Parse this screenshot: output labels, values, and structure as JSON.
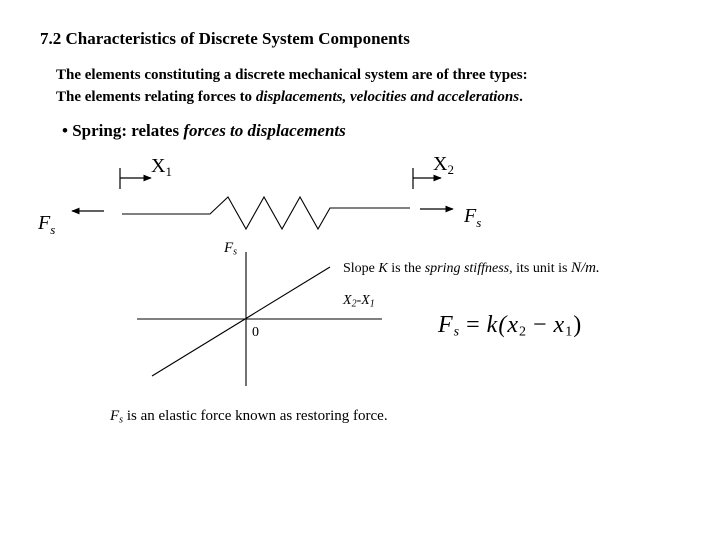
{
  "title": "7.2 Characteristics of Discrete System Components",
  "intro": {
    "line1": "The elements constituting a discrete mechanical system are of three types:",
    "line2_prefix": "The elements relating forces to ",
    "line2_italic": "displacements, velocities and accelerations",
    "line2_suffix": "."
  },
  "bullet": {
    "marker": "•",
    "prefix": "Spring: relates ",
    "italic": "forces to displacements"
  },
  "labels": {
    "x1_main": "X",
    "x1_sub": "1",
    "x2_main": "X",
    "x2_sub": "2",
    "fs_main": "F",
    "fs_sub": "s"
  },
  "graph": {
    "y_axis_main": "F",
    "y_axis_sub": "s",
    "x_axis_a": "X",
    "x_axis_a_sub": "2",
    "x_axis_sep": "-",
    "x_axis_b": "X",
    "x_axis_b_sub": "1",
    "origin": "0"
  },
  "slope_note": {
    "t1": "Slope ",
    "t2": "K",
    "t3": " is the ",
    "t4": "spring stiffness",
    "t5": ", its unit is ",
    "t6": "N/m."
  },
  "equation": {
    "lhs": "F",
    "lhs_sub": "s",
    "eq": "=",
    "k": "k(",
    "x2": "x",
    "x2_sub": "2",
    "minus": "−",
    "x1": "x",
    "x1_sub": "1",
    "close": ")"
  },
  "footer": {
    "fs": "F",
    "fs_sub": "s",
    "text": " is an elastic force known as restoring force."
  }
}
